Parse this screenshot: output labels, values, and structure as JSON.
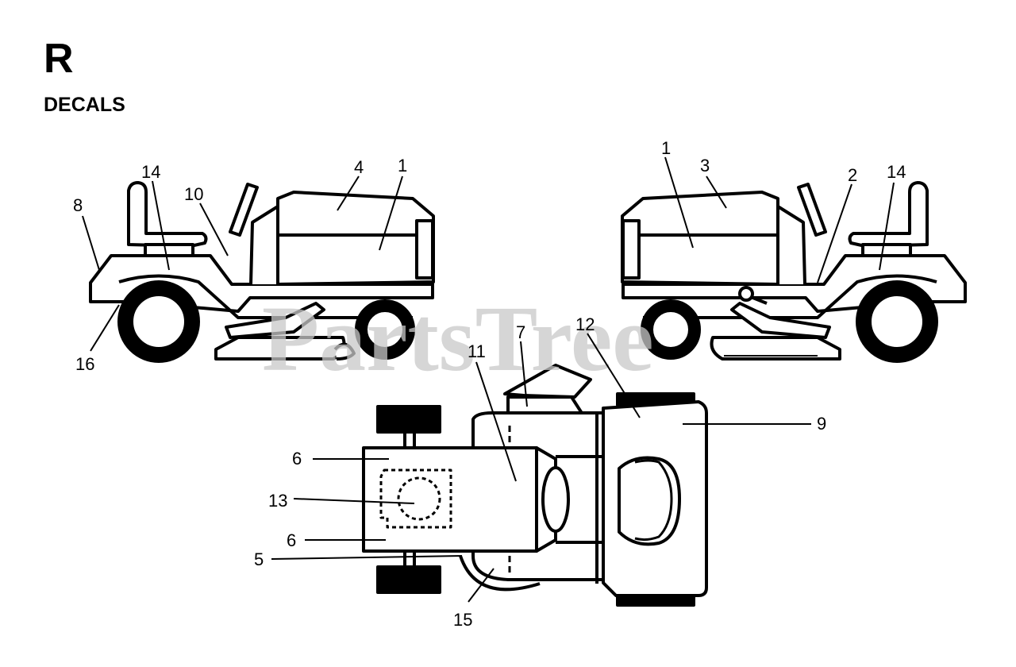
{
  "header": {
    "section_letter": "R",
    "section_title": "DECALS"
  },
  "watermark": {
    "text": "PartsTree"
  },
  "callouts": {
    "left_8": "8",
    "left_14": "14",
    "left_10": "10",
    "left_4": "4",
    "left_1": "1",
    "left_16": "16",
    "right_1": "1",
    "right_3": "3",
    "right_2": "2",
    "right_14": "14",
    "top_7": "7",
    "top_11": "11",
    "top_12": "12",
    "top_9": "9",
    "top_6a": "6",
    "top_13": "13",
    "top_6b": "6",
    "top_5": "5",
    "top_15": "15"
  }
}
